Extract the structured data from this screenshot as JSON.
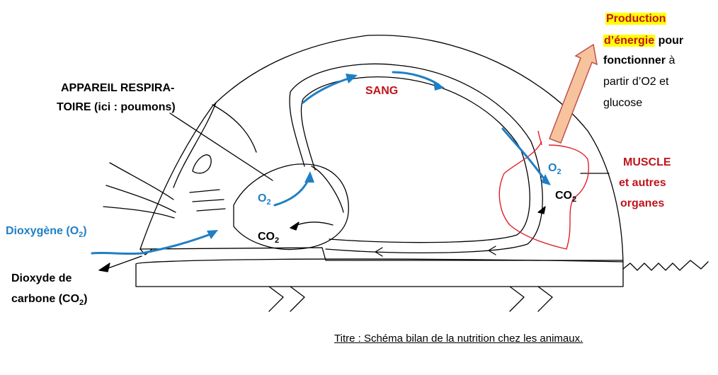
{
  "labels": {
    "respiratory_line1": "APPAREIL RESPIRA-",
    "respiratory_line2": "TOIRE (ici : poumons)",
    "sang": "SANG",
    "dioxygene": "Dioxygène (O",
    "dioxygene_sub": "2",
    "dioxygene_end": ")",
    "dioxyde_line1": "Dioxyde de",
    "dioxyde_line2_start": "carbone (CO",
    "dioxyde_sub": "2",
    "dioxyde_end": ")",
    "o2_lung": "O",
    "o2_lung_sub": "2",
    "co2_lung": "CO",
    "co2_lung_sub": "2",
    "o2_muscle": "O",
    "o2_muscle_sub": "2",
    "co2_muscle": "CO",
    "co2_muscle_sub": "2",
    "muscle_line1": "MUSCLE",
    "muscle_line2": "et autres",
    "muscle_line3": "organes",
    "energy_hl1": "Production",
    "energy_hl2": "d’énergie",
    "energy_pour": " pour",
    "energy_fonctionner": "fonctionner",
    "energy_a": " à",
    "energy_line4": "partir d’O2 et",
    "energy_line5": "glucose",
    "caption": "Titre : Schéma bilan de la nutrition chez les animaux."
  },
  "colors": {
    "oxygen": "#1f7fc4",
    "muscle": "#e0202a",
    "label_red": "#c0141c",
    "arrow_fill": "#f6c39c",
    "arrow_stroke": "#c0504d",
    "highlight": "#ffff00"
  }
}
